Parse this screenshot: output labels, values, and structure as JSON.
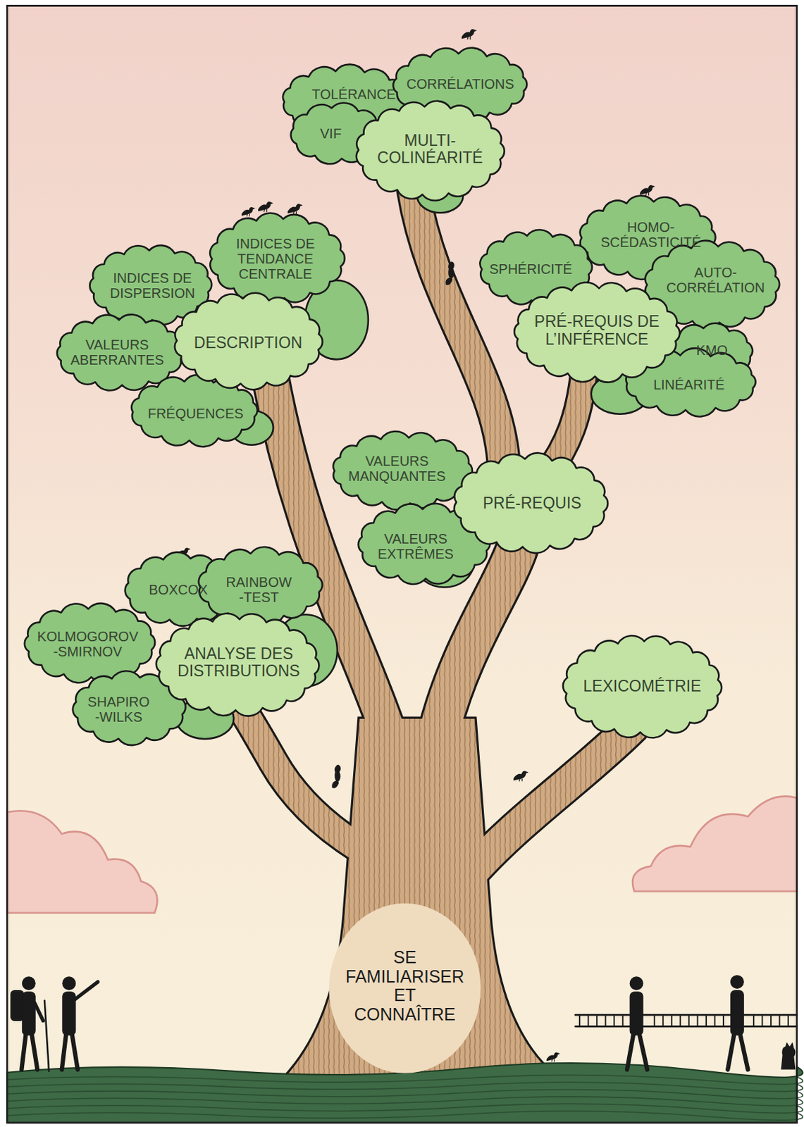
{
  "diagram": {
    "nodes": [
      {
        "text": [
          "TOLÉRANCE"
        ]
      },
      {
        "text": [
          "CORRÉLATIONS"
        ]
      },
      {
        "text": [
          "VIF"
        ]
      },
      {
        "text": [
          "MULTI- COLINÉARITÉ"
        ]
      },
      {
        "text": [
          "INDICES DE TENDANCE CENTRALE"
        ]
      },
      {
        "text": [
          "INDICES DE DISPERSION"
        ]
      },
      {
        "text": [
          "VALEURS ABERRANTES"
        ]
      },
      {
        "text": [
          "FRÉQUENCES"
        ]
      },
      {
        "text": [
          "DESCRIPTION"
        ]
      },
      {
        "text": [
          "HOMO- SCÉDASTICITÉ"
        ]
      },
      {
        "text": [
          "SPHÉRICITÉ"
        ]
      },
      {
        "text": [
          "AUTO- CORRÉLATION"
        ]
      },
      {
        "text": [
          "KMO"
        ]
      },
      {
        "text": [
          "LINÉARITÉ"
        ]
      },
      {
        "text": [
          "PRÉ-REQUIS DE L’INFÉRENCE"
        ]
      },
      {
        "text": [
          "VALEURS MANQUANTES"
        ]
      },
      {
        "text": [
          "VALEURS EXTRÊMES"
        ]
      },
      {
        "text": [
          "PRÉ-REQUIS"
        ]
      },
      {
        "text": [
          "BOXCOX"
        ]
      },
      {
        "text": [
          "RAINBOW -TEST"
        ]
      },
      {
        "text": [
          "KOLMOGOROV -SMIRNOV"
        ]
      },
      {
        "text": [
          "SHAPIRO -WILKS"
        ]
      },
      {
        "text": [
          "ANALYSE DES DISTRIBUTIONS"
        ]
      },
      {
        "text": [
          "LEXICOMÉTRIE"
        ]
      },
      {
        "text": [
          "SE FAMILIARISER ET CONNAÎTRE"
        ]
      }
    ]
  }
}
